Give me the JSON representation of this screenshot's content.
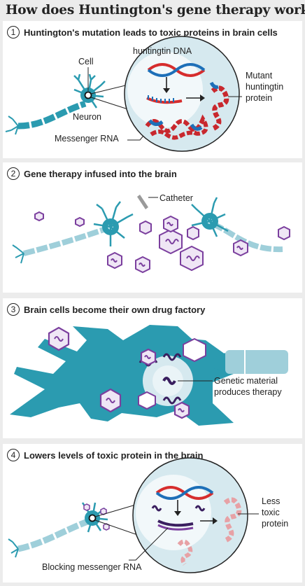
{
  "title": "How does Huntington's gene therapy work?",
  "colors": {
    "teal": "#2b9bb0",
    "cell_fill": "#d6e9ef",
    "dna_red": "#d62d2d",
    "dna_blue": "#1d6fb8",
    "virus_purple": "#7b3f9e",
    "virus_fill": "#efe6f5"
  },
  "steps": [
    {
      "number": "1",
      "heading": "Huntington's mutation leads to toxic proteins in brain cells",
      "labels": {
        "dna": "huntingtin DNA",
        "cell": "Cell",
        "neuron": "Neuron",
        "messenger": "Messenger RNA",
        "protein_line1": "Mutant",
        "protein_line2": "huntingtin",
        "protein_line3": "protein"
      }
    },
    {
      "number": "2",
      "heading": "Gene therapy infused into the brain",
      "labels": {
        "catheter": "Catheter"
      }
    },
    {
      "number": "3",
      "heading": "Brain cells become their own drug factory",
      "labels": {
        "genetic_line1": "Genetic material",
        "genetic_line2": "produces therapy"
      }
    },
    {
      "number": "4",
      "heading": "Lowers levels of toxic protein in the brain",
      "labels": {
        "less_line1": "Less",
        "less_line2": "toxic",
        "less_line3": "protein",
        "blocking": "Blocking messenger RNA"
      }
    }
  ]
}
